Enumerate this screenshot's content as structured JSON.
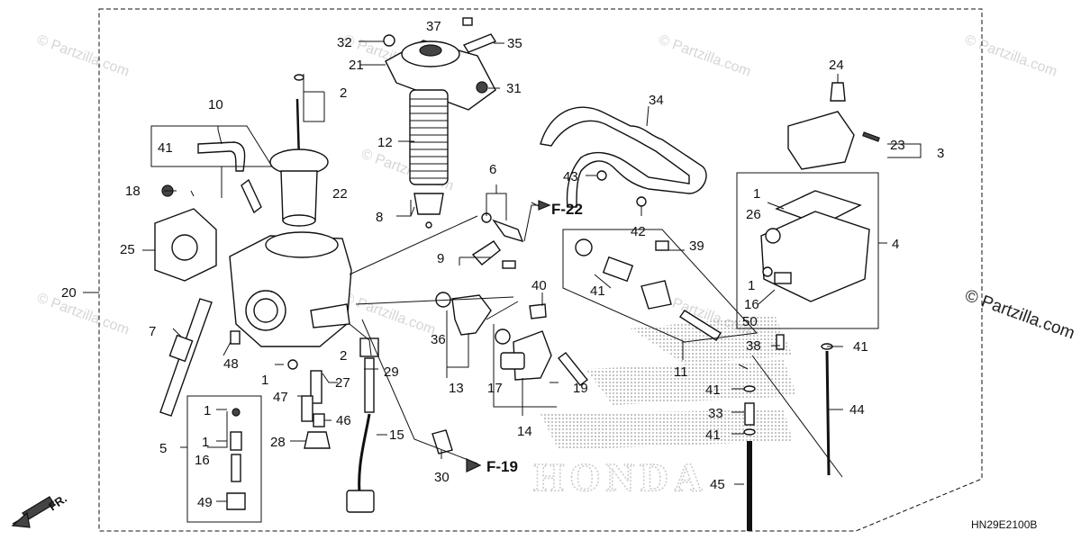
{
  "figure_code": "HN29E2100B",
  "direction_label": "FR.",
  "refs": [
    {
      "id": "ref-f22",
      "text": "F-22"
    },
    {
      "id": "ref-f19",
      "text": "F-19"
    }
  ],
  "watermarks": [
    "© Partzilla.com",
    "© Partzilla.com",
    "© Partzilla.com",
    "© Partzilla.com",
    "© Partzilla.com",
    "© Partzilla.com",
    "© Partzilla.com",
    "© Partzilla.com"
  ],
  "watermark_large": "© Partzilla.com",
  "brand_watermark": "HONDA",
  "callouts": [
    "37",
    "32",
    "35",
    "21",
    "31",
    "2",
    "10",
    "41",
    "12",
    "22",
    "18",
    "8",
    "6",
    "34",
    "24",
    "43",
    "23",
    "3",
    "1",
    "26",
    "4",
    "42",
    "9",
    "39",
    "25",
    "40",
    "41",
    "7",
    "20",
    "1",
    "16",
    "50",
    "36",
    "38",
    "41",
    "17",
    "19",
    "48",
    "2",
    "29",
    "11",
    "1",
    "27",
    "13",
    "41",
    "44",
    "47",
    "46",
    "33",
    "41",
    "1",
    "28",
    "15",
    "14",
    "5",
    "1",
    "16",
    "30",
    "45",
    "49"
  ]
}
